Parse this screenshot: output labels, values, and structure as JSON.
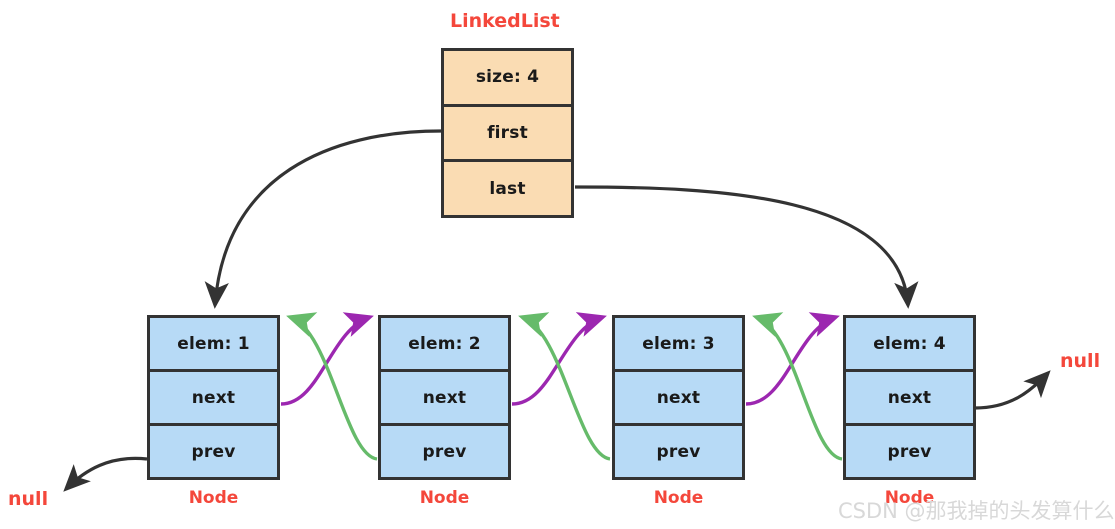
{
  "diagram": {
    "title": "LinkedList",
    "colors": {
      "list_fill": "#fadcb3",
      "node_fill": "#b7daf6",
      "stroke": "#333333",
      "label_red": "#f4473b",
      "next_arrow": "#9c27b0",
      "prev_arrow": "#66bb6a",
      "watermark": "#d8d8d8"
    },
    "list_struct": {
      "name": "LinkedList",
      "fields": [
        {
          "label": "size: 4"
        },
        {
          "label": "first"
        },
        {
          "label": "last"
        }
      ]
    },
    "node_label": "Node",
    "null_label": "null",
    "nodes": [
      {
        "elem": "elem: 1",
        "next": "next",
        "prev": "prev",
        "type": "Node"
      },
      {
        "elem": "elem: 2",
        "next": "next",
        "prev": "prev",
        "type": "Node"
      },
      {
        "elem": "elem: 3",
        "next": "next",
        "prev": "prev",
        "type": "Node"
      },
      {
        "elem": "elem: 4",
        "next": "next",
        "prev": "prev",
        "type": "Node"
      }
    ],
    "nulls": [
      {
        "id": "null-left",
        "text": "null"
      },
      {
        "id": "null-right",
        "text": "null"
      }
    ],
    "watermark": "CSDN @那我掉的头发算什么"
  }
}
